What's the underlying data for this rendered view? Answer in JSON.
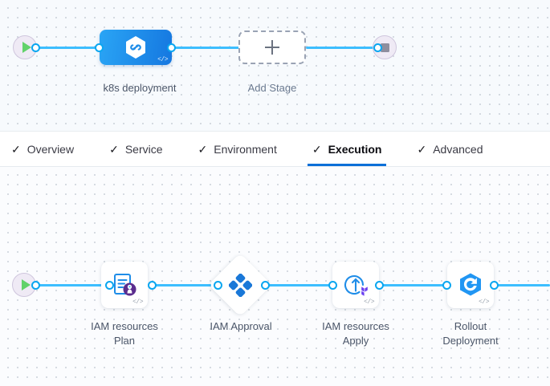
{
  "pipeline": {
    "start_node": {
      "name": "start-node",
      "icon": "play-icon"
    },
    "end_node": {
      "name": "end-node",
      "icon": "stop-icon"
    },
    "stages": [
      {
        "label": "k8s deployment",
        "icon": "harness-infinity-icon",
        "badge": "</>"
      }
    ],
    "add_stage": {
      "label": "Add Stage",
      "icon": "plus-icon"
    }
  },
  "tabs": [
    {
      "label": "Overview",
      "check": "✓",
      "active": false
    },
    {
      "label": "Service",
      "check": "✓",
      "active": false
    },
    {
      "label": "Environment",
      "check": "✓",
      "active": false
    },
    {
      "label": "Execution",
      "check": "✓",
      "active": true
    },
    {
      "label": "Advanced",
      "check": "✓",
      "active": false
    }
  ],
  "execution": {
    "start_node": {
      "name": "execution-start-node",
      "icon": "play-icon"
    },
    "steps": [
      {
        "label": "IAM resources\nPlan",
        "icon": "terraform-plan-icon",
        "badge": "</>",
        "shape": "rounded"
      },
      {
        "label": "IAM Approval",
        "icon": "approval-diamond-icon",
        "badge": "",
        "shape": "diamond"
      },
      {
        "label": "IAM resources\nApply",
        "icon": "terraform-apply-icon",
        "badge": "</>",
        "shape": "rounded"
      },
      {
        "label": "Rollout\nDeployment",
        "icon": "rollout-k8s-icon",
        "badge": "</>",
        "shape": "rounded"
      }
    ]
  },
  "colors": {
    "accent_blue": "#0a6fd8",
    "wire_blue": "#3dbeff",
    "port_blue": "#0aa6f0",
    "stage_blue": "#1577e0",
    "terraform_purple": "#5c4ee5",
    "play_green": "#62d26a",
    "canvas_bg": "#f9fbfd"
  }
}
